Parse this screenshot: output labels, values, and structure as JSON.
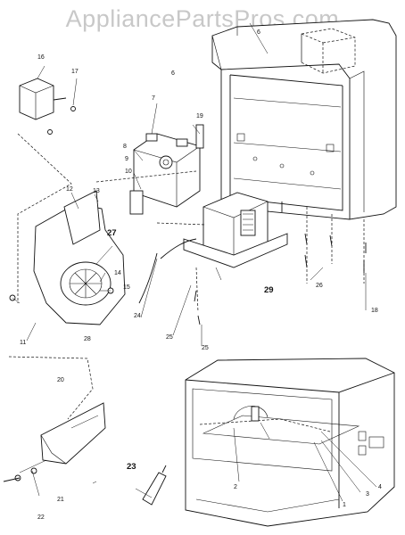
{
  "watermark": "AppliancePartsPros.com",
  "callouts": [
    {
      "id": "c16",
      "text": "16"
    },
    {
      "id": "c17",
      "text": "17"
    },
    {
      "id": "c6a",
      "text": "6"
    },
    {
      "id": "c6b",
      "text": "6"
    },
    {
      "id": "c7",
      "text": "7"
    },
    {
      "id": "c19",
      "text": "19"
    },
    {
      "id": "c8",
      "text": "8"
    },
    {
      "id": "c9",
      "text": "9"
    },
    {
      "id": "c10",
      "text": "10"
    },
    {
      "id": "c12",
      "text": "12"
    },
    {
      "id": "c13",
      "text": "13"
    },
    {
      "id": "c27",
      "text": "27"
    },
    {
      "id": "c14",
      "text": "14"
    },
    {
      "id": "c15",
      "text": "15"
    },
    {
      "id": "c11",
      "text": "11"
    },
    {
      "id": "c28",
      "text": "28"
    },
    {
      "id": "c29",
      "text": "29"
    },
    {
      "id": "c24",
      "text": "24"
    },
    {
      "id": "c25a",
      "text": "25"
    },
    {
      "id": "c25b",
      "text": "25"
    },
    {
      "id": "c26",
      "text": "26"
    },
    {
      "id": "c18",
      "text": "18"
    },
    {
      "id": "c20",
      "text": "20"
    },
    {
      "id": "c21",
      "text": "21"
    },
    {
      "id": "c22",
      "text": "22"
    },
    {
      "id": "c23",
      "text": "23"
    },
    {
      "id": "c2",
      "text": "2"
    },
    {
      "id": "c1",
      "text": "1"
    },
    {
      "id": "c3",
      "text": "3"
    },
    {
      "id": "c4",
      "text": "4"
    }
  ]
}
